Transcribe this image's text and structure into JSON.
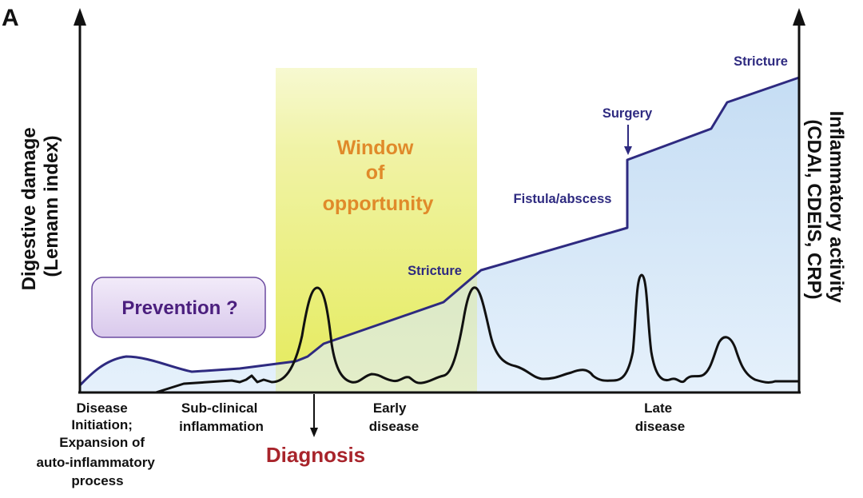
{
  "panel_label": "A",
  "left_axis": {
    "line1": "Digestive damage",
    "line2": "(Lemann index)"
  },
  "right_axis": {
    "line1": "Inflammatory activity",
    "line2": "(CDAI, CDEIS, CRP)"
  },
  "window": {
    "line1": "Window",
    "line2": "of",
    "line3": "opportunity"
  },
  "prevention_label": "Prevention ?",
  "diagnosis_label": "Diagnosis",
  "events": {
    "stricture_early": "Stricture",
    "fistula": "Fistula/abscess",
    "surgery": "Surgery",
    "stricture_late": "Stricture"
  },
  "stages": {
    "initiation": [
      "Disease",
      "Initiation;",
      "Expansion of",
      "auto-inflammatory",
      "process"
    ],
    "subclinical": [
      "Sub-clinical",
      "inflammation"
    ],
    "early": [
      "Early",
      "disease"
    ],
    "late": [
      "Late",
      "disease"
    ]
  },
  "colors": {
    "damage_line": "#2e2a80",
    "damage_fill": "#cfe3f6",
    "window_highlight": "#eef07a",
    "window_text": "#e08a2a",
    "prevention_box": "#e7dcf2",
    "prevention_text": "#4b1f7e",
    "diagnosis_text": "#a8242b",
    "activity_line": "#111111"
  }
}
